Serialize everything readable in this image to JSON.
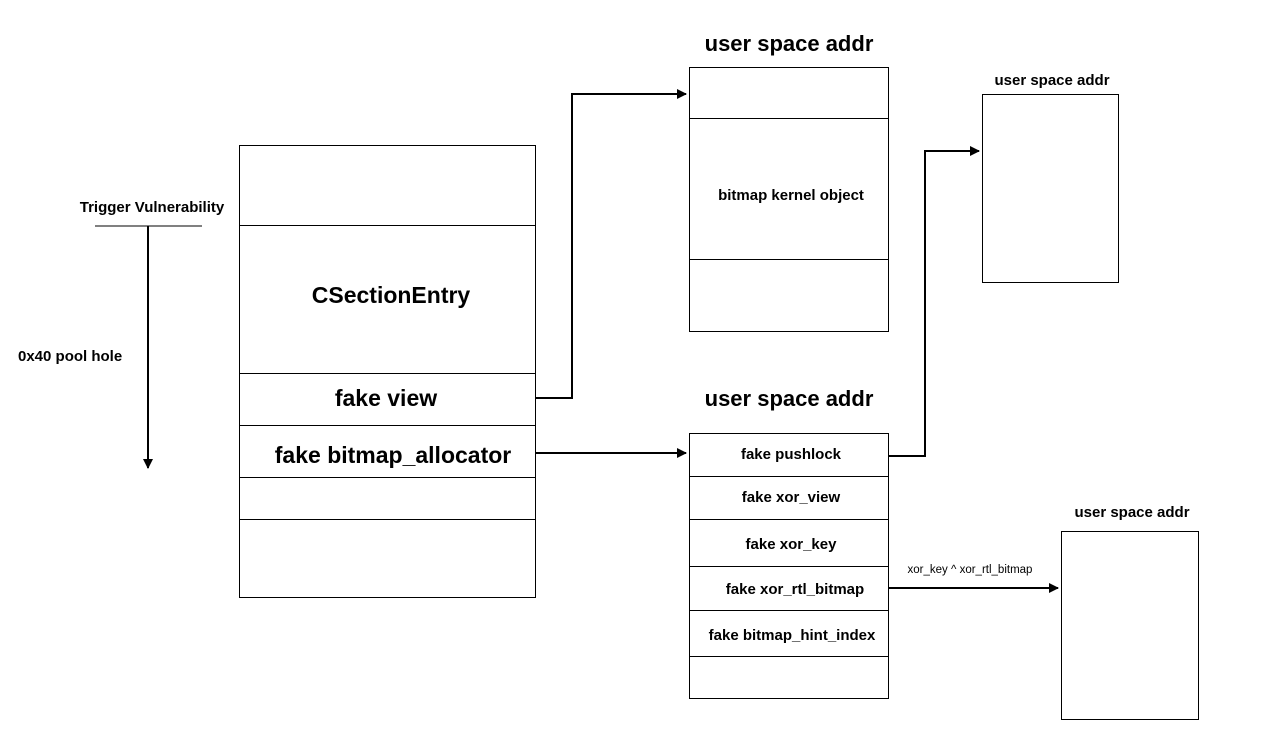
{
  "left_panel": {
    "trigger_label": "Trigger Vulnerability",
    "pool_hole_label": "0x40 pool hole"
  },
  "main_object": {
    "rows": [
      "",
      "CSectionEntry",
      "fake view",
      "fake bitmap_allocator",
      "",
      ""
    ]
  },
  "bitmap_block": {
    "title": "user space addr",
    "rows": [
      "",
      "bitmap kernel object",
      ""
    ]
  },
  "allocator_block": {
    "title": "user space addr",
    "rows": [
      "fake pushlock",
      "fake xor_view",
      "fake xor_key",
      "fake xor_rtl_bitmap",
      "fake bitmap_hint_index",
      ""
    ]
  },
  "pushlock_target": {
    "title": "user space addr"
  },
  "rtl_bitmap_target": {
    "title": "user space addr"
  },
  "arrow_labels": {
    "xor_result": "xor_key ^ xor_rtl_bitmap"
  }
}
